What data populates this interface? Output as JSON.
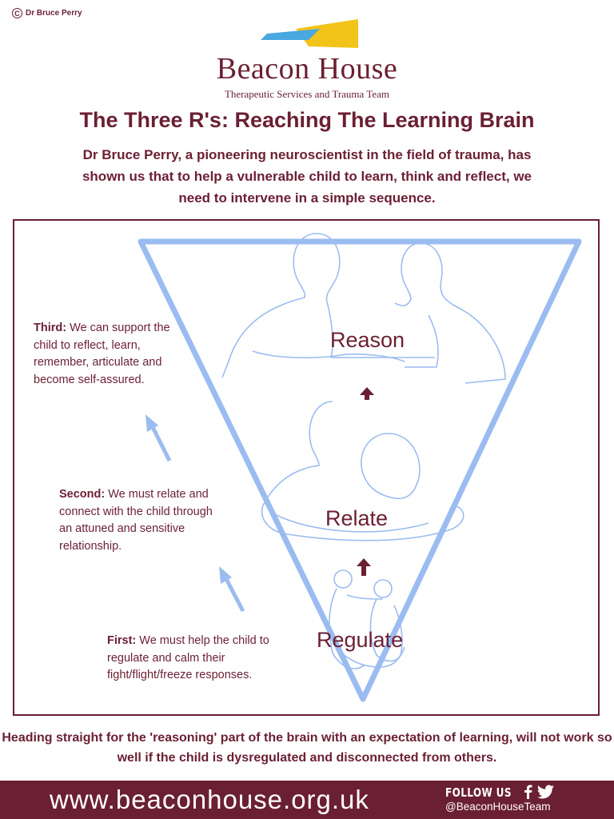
{
  "copyright": "Dr Bruce Perry",
  "brand": {
    "name": "Beacon House",
    "subtitle": "Therapeutic Services and Trauma Team"
  },
  "title": "The Three R's: Reaching The Learning Brain",
  "intro": "Dr Bruce Perry, a pioneering neuroscientist in the field of trauma, has shown us that to help a vulnerable child to learn, think and reflect, we need to intervene in a simple sequence.",
  "stages": {
    "reason": "Reason",
    "relate": "Relate",
    "regulate": "Regulate"
  },
  "notes": {
    "third": {
      "lead": "Third:",
      "text": "We can support the child to reflect, learn, remember, articulate and become self-assured."
    },
    "second": {
      "lead": "Second:",
      "text": "We must relate and connect with the child through an attuned and sensitive relationship."
    },
    "first": {
      "lead": "First:",
      "text": "We must help the child to regulate and calm their fight/flight/freeze responses."
    }
  },
  "footer_message": "Heading straight for the 'reasoning' part of the brain with an expectation of learning, will not work so well if the child is dysregulated and disconnected from others.",
  "footer": {
    "url": "www.beaconhouse.org.uk",
    "follow": "FOLLOW US",
    "handle": "@BeaconHouseTeam",
    "icons": [
      "facebook-icon",
      "twitter-icon"
    ]
  },
  "colors": {
    "maroon": "#6b1f33",
    "triangle_blue": "#9bbcf0",
    "logo_blue": "#4aa8e0",
    "logo_yellow": "#f2c318"
  }
}
